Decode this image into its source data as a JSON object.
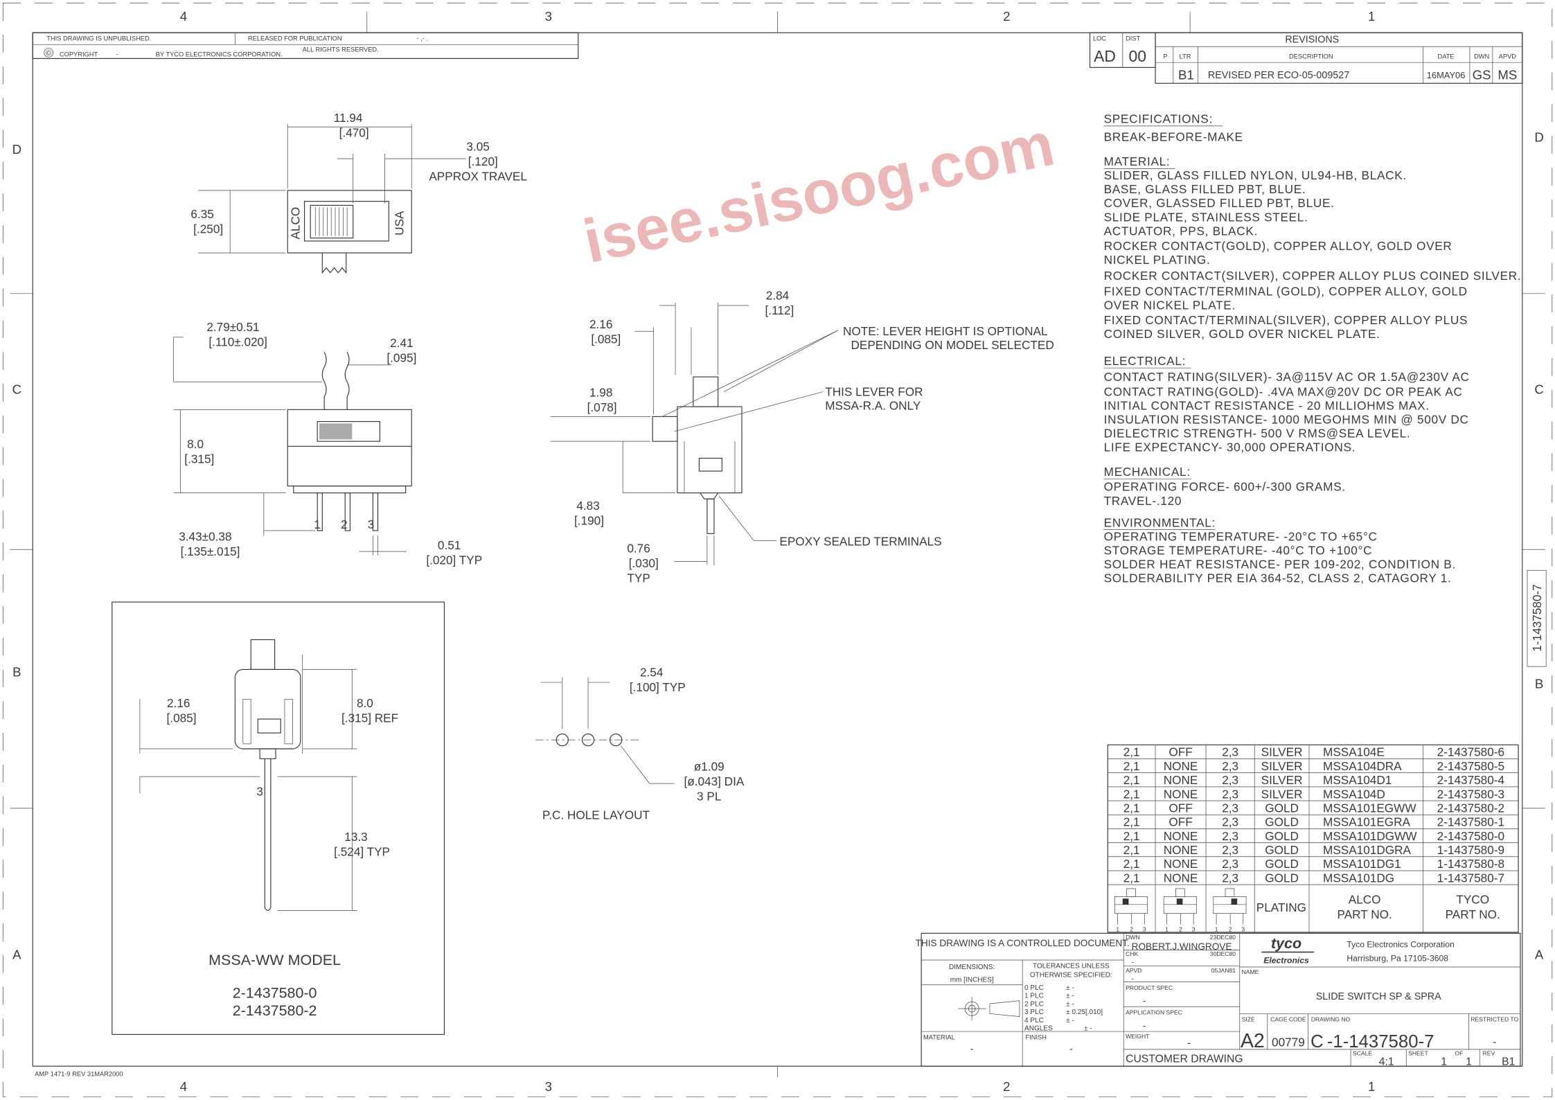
{
  "watermark": "isee.sisoog.com",
  "form_no": "AMP 1471-9 REV 31MAR2000",
  "side_label": "1-1437580-7",
  "zones": {
    "cols": [
      "4",
      "3",
      "2",
      "1"
    ],
    "rows": [
      "D",
      "C",
      "B",
      "A"
    ]
  },
  "header": {
    "unpublished": "THIS DRAWING IS UNPUBLISHED.",
    "released": "RELEASED FOR PUBLICATION",
    "released_value": "- ,-  .",
    "copyright_symbol": "©",
    "copyright": "COPYRIGHT",
    "copyright_year": "-",
    "by": "BY TYCO ELECTRONICS CORPORATION.",
    "rights": "ALL RIGHTS RESERVED."
  },
  "revisions": {
    "loc_label": "LOC",
    "loc": "AD",
    "dist_label": "DIST",
    "dist": "00",
    "title": "REVISIONS",
    "cols": [
      "P",
      "LTR",
      "DESCRIPTION",
      "DATE",
      "DWN",
      "APVD"
    ],
    "rows": [
      {
        "p": "",
        "ltr": "B1",
        "desc": "REVISED PER ECO-05-009527",
        "date": "16MAY06",
        "dwn": "GS",
        "apvd": "MS"
      }
    ]
  },
  "specs": [
    {
      "text": "SPECIFICATIONS:",
      "heading": true
    },
    {
      "text": "BREAK-BEFORE-MAKE"
    },
    {
      "text": "MATERIAL:",
      "heading": true
    },
    {
      "text": "SLIDER, GLASS FILLED NYLON, UL94-HB, BLACK."
    },
    {
      "text": "BASE, GLASS FILLED PBT, BLUE."
    },
    {
      "text": "COVER, GLASSED FILLED PBT, BLUE."
    },
    {
      "text": "SLIDE PLATE, STAINLESS STEEL."
    },
    {
      "text": "ACTUATOR, PPS, BLACK."
    },
    {
      "text": "ROCKER CONTACT(GOLD), COPPER ALLOY, GOLD OVER"
    },
    {
      "text": "NICKEL PLATING."
    },
    {
      "text": "ROCKER CONTACT(SILVER), COPPER ALLOY PLUS COINED SILVER."
    },
    {
      "text": "FIXED CONTACT/TERMINAL (GOLD), COPPER ALLOY, GOLD"
    },
    {
      "text": "OVER NICKEL PLATE."
    },
    {
      "text": "FIXED CONTACT/TERMINAL(SILVER), COPPER ALLOY PLUS"
    },
    {
      "text": "COINED SILVER, GOLD OVER NICKEL PLATE."
    },
    {
      "text": "ELECTRICAL:",
      "heading": true
    },
    {
      "text": "CONTACT RATING(SILVER)- 3A@115V AC OR 1.5A@230V AC"
    },
    {
      "text": "CONTACT RATING(GOLD)- .4VA MAX@20V DC OR PEAK AC"
    },
    {
      "text": "INITIAL CONTACT RESISTANCE - 20 MILLIOHMS MAX."
    },
    {
      "text": "INSULATION RESISTANCE- 1000 MEGOHMS MIN @ 500V DC"
    },
    {
      "text": "DIELECTRIC STRENGTH- 500 V RMS@SEA LEVEL."
    },
    {
      "text": "LIFE EXPECTANCY- 30,000 OPERATIONS."
    },
    {
      "text": "MECHANICAL:",
      "heading": true
    },
    {
      "text": "OPERATING FORCE- 600+/-300 GRAMS."
    },
    {
      "text": "TRAVEL-.120"
    },
    {
      "text": "ENVIRONMENTAL:",
      "heading": true
    },
    {
      "text": "OPERATING TEMPERATURE- -20°C TO +65°C"
    },
    {
      "text": "STORAGE TEMPERATURE- -40°C TO +100°C"
    },
    {
      "text": "SOLDER HEAT RESISTANCE- PER 109-202, CONDITION B."
    },
    {
      "text": "SOLDERABILITY PER EIA 364-52, CLASS 2, CATAGORY 1."
    }
  ],
  "top_view": {
    "width_mm": "11.94",
    "width_in": "[.470]",
    "travel_mm": "3.05",
    "travel_in": "[.120]",
    "travel_note": "APPROX TRAVEL",
    "height_mm": "6.35",
    "height_in": "[.250]",
    "brand_left": "ALCO",
    "brand_right": "USA"
  },
  "side_view": {
    "lever_mm": "2.79±0.51",
    "lever_in": "[.110±.020]",
    "lever_w_mm": "2.41",
    "lever_w_in": "[.095]",
    "body_h_mm": "8.0",
    "body_h_in": "[.315]",
    "pin_mm": "3.43±0.38",
    "pin_in": "[.135±.015]",
    "pin_w_mm": "0.51",
    "pin_w_in": "[.020] TYP",
    "pins": [
      "1",
      "2",
      "3"
    ]
  },
  "end_view": {
    "a_mm": "2.84",
    "a_in": "[.112]",
    "b_mm": "2.16",
    "b_in": "[.085]",
    "c_mm": "1.98",
    "c_in": "[.078]",
    "d_mm": "4.83",
    "d_in": "[.190]",
    "e_mm": "0.76",
    "e_in": "[.030]",
    "e_typ": "TYP",
    "note1": "NOTE: LEVER HEIGHT IS OPTIONAL",
    "note2": "DEPENDING ON MODEL SELECTED",
    "lever_note1": "THIS LEVER FOR",
    "lever_note2": "MSSA-R.A. ONLY",
    "epoxy": "EPOXY SEALED TERMINALS"
  },
  "ww_model": {
    "w_mm": "2.16",
    "w_in": "[.085]",
    "h_mm": "8.0",
    "h_in": "[.315] REF",
    "pin": "3",
    "len_mm": "13.3",
    "len_in": "[.524] TYP",
    "title": "MSSA-WW MODEL",
    "parts": [
      "2-1437580-0",
      "2-1437580-2"
    ]
  },
  "pc_layout": {
    "pitch_mm": "2.54",
    "pitch_in": "[.100] TYP",
    "dia_mm": "ø1.09",
    "dia_in": "[ø.043] DIA",
    "dia_qty": "3 PL",
    "title": "P.C. HOLE LAYOUT"
  },
  "parts_table": {
    "rows": [
      [
        "2,1",
        "OFF",
        "2,3",
        "SILVER",
        "MSSA104E",
        "2-1437580-6"
      ],
      [
        "2,1",
        "NONE",
        "2,3",
        "SILVER",
        "MSSA104DRA",
        "2-1437580-5"
      ],
      [
        "2,1",
        "NONE",
        "2,3",
        "SILVER",
        "MSSA104D1",
        "2-1437580-4"
      ],
      [
        "2,1",
        "NONE",
        "2,3",
        "SILVER",
        "MSSA104D",
        "2-1437580-3"
      ],
      [
        "2,1",
        "OFF",
        "2,3",
        "GOLD",
        "MSSA101EGWW",
        "2-1437580-2"
      ],
      [
        "2,1",
        "OFF",
        "2,3",
        "GOLD",
        "MSSA101EGRA",
        "2-1437580-1"
      ],
      [
        "2,1",
        "NONE",
        "2,3",
        "GOLD",
        "MSSA101DGWW",
        "2-1437580-0"
      ],
      [
        "2,1",
        "NONE",
        "2,3",
        "GOLD",
        "MSSA101DGRA",
        "1-1437580-9"
      ],
      [
        "2,1",
        "NONE",
        "2,3",
        "GOLD",
        "MSSA101DG1",
        "1-1437580-8"
      ],
      [
        "2,1",
        "NONE",
        "2,3",
        "GOLD",
        "MSSA101DG",
        "1-1437580-7"
      ]
    ],
    "footer": {
      "plating": "PLATING",
      "alco1": "ALCO",
      "alco2": "PART NO.",
      "tyco1": "TYCO",
      "tyco2": "PART NO.",
      "pin_labels": [
        "1",
        "2",
        "3"
      ]
    }
  },
  "title_block": {
    "controlled": "THIS DRAWING IS A CONTROLLED DOCUMENT.",
    "dimensions_label": "DIMENSIONS:",
    "dimensions_unit": "mm [INCHES]",
    "tol_title1": "TOLERANCES UNLESS",
    "tol_title2": "OTHERWISE SPECIFIED:",
    "tolerances": [
      {
        "label": "0 PLC",
        "value": "± -"
      },
      {
        "label": "1 PLC",
        "value": "± -"
      },
      {
        "label": "2 PLC",
        "value": "± -"
      },
      {
        "label": "3 PLC",
        "value": "± 0.25[.010]"
      },
      {
        "label": "4 PLC",
        "value": "± -"
      },
      {
        "label": "ANGLES",
        "value": "± -"
      }
    ],
    "material_label": "MATERIAL",
    "material": "-",
    "finish_label": "FINISH",
    "finish": "-",
    "dwn_label": "DWN",
    "dwn_date": "23DEC80",
    "dwn_name": "ROBERT.J.WINGROVE",
    "chk_label": "CHK",
    "chk_date": "30DEC80",
    "chk_name": "-",
    "apvd_label": "APVD",
    "apvd_date": "05JAN81",
    "apvd_name": "-",
    "product_spec_label": "PRODUCT SPEC",
    "product_spec": "-",
    "app_spec_label": "APPLICATION SPEC",
    "app_spec": "-",
    "weight_label": "WEIGHT",
    "weight": "-",
    "customer": "CUSTOMER DRAWING",
    "logo1": "tyco",
    "logo2": "Electronics",
    "company": "Tyco Electronics Corporation",
    "address": "Harrisburg, Pa 17105-3608",
    "name_label": "NAME",
    "name": "SLIDE SWITCH SP & SPRA",
    "size_label": "SIZE",
    "size": "A2",
    "cage_label": "CAGE CODE",
    "cage": "00779",
    "drawing_no_label": "DRAWING NO",
    "drawing_prefix": "C",
    "drawing_no": "-1-1437580-7",
    "restricted_label": "RESTRICTED TO",
    "restricted": "-",
    "scale_label": "SCALE",
    "scale": "4:1",
    "sheet_label": "SHEET",
    "sheet": "1",
    "of_label": "OF",
    "sheet_total": "1",
    "rev_label": "REV",
    "rev": "B1"
  }
}
